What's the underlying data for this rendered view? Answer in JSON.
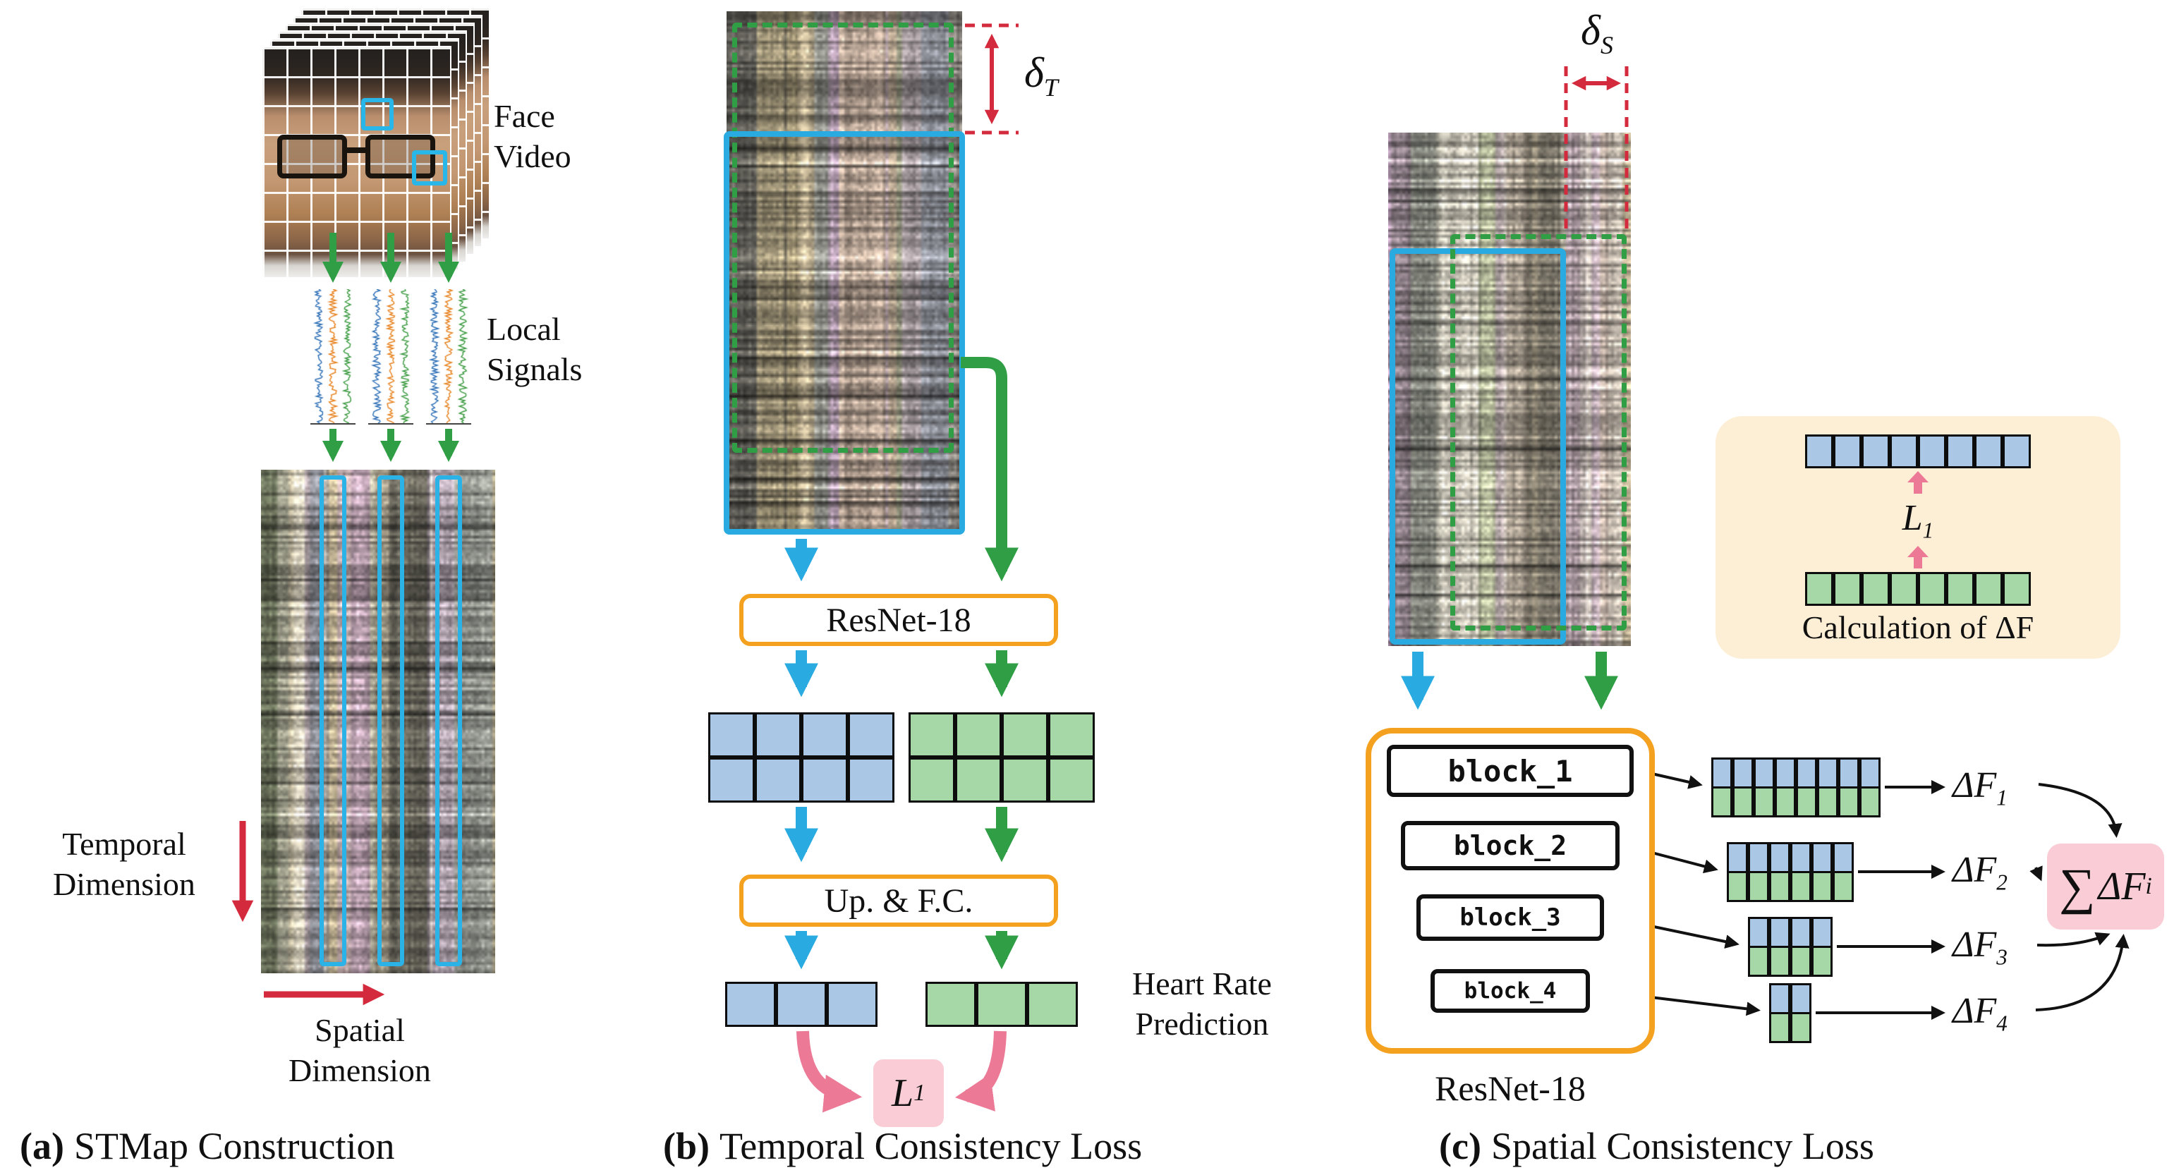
{
  "panel_a": {
    "face_video": [
      "Face",
      "Video"
    ],
    "local_signals": [
      "Local",
      "Signals"
    ],
    "temporal_dimension": [
      "Temporal",
      "Dimension"
    ],
    "spatial_dimension": [
      "Spatial",
      "Dimension"
    ],
    "caption_tag": "(a)",
    "caption": "STMap Construction"
  },
  "panel_b": {
    "delta_t": {
      "base": "δ",
      "sub": "T"
    },
    "resnet": "ResNet-18",
    "upfc": "Up. & F.C.",
    "heart_rate": [
      "Heart Rate",
      "Prediction"
    ],
    "l1": {
      "base": "L",
      "sub": "1"
    },
    "grid_cells": 8,
    "pred_cells": 3,
    "caption_tag": "(b)",
    "caption": "Temporal Consistency Loss"
  },
  "panel_c": {
    "delta_s": {
      "base": "δ",
      "sub": "S"
    },
    "blocks": [
      "block_1",
      "block_2",
      "block_3",
      "block_4"
    ],
    "resnet": "ResNet-18",
    "pairs": [
      {
        "cells": 8
      },
      {
        "cells": 6
      },
      {
        "cells": 4
      },
      {
        "cells": 2
      }
    ],
    "delta_f": [
      {
        "base": "ΔF",
        "sub": "1"
      },
      {
        "base": "ΔF",
        "sub": "2"
      },
      {
        "base": "ΔF",
        "sub": "3"
      },
      {
        "base": "ΔF",
        "sub": "4"
      }
    ],
    "sum": {
      "sigma": "∑",
      "base": "ΔF",
      "sub": "i"
    },
    "inset": {
      "cells": 8,
      "l1": {
        "base": "L",
        "sub": "1"
      },
      "caption": "Calculation of ΔF"
    },
    "caption_tag": "(c)",
    "caption": "Spatial Consistency Loss"
  }
}
